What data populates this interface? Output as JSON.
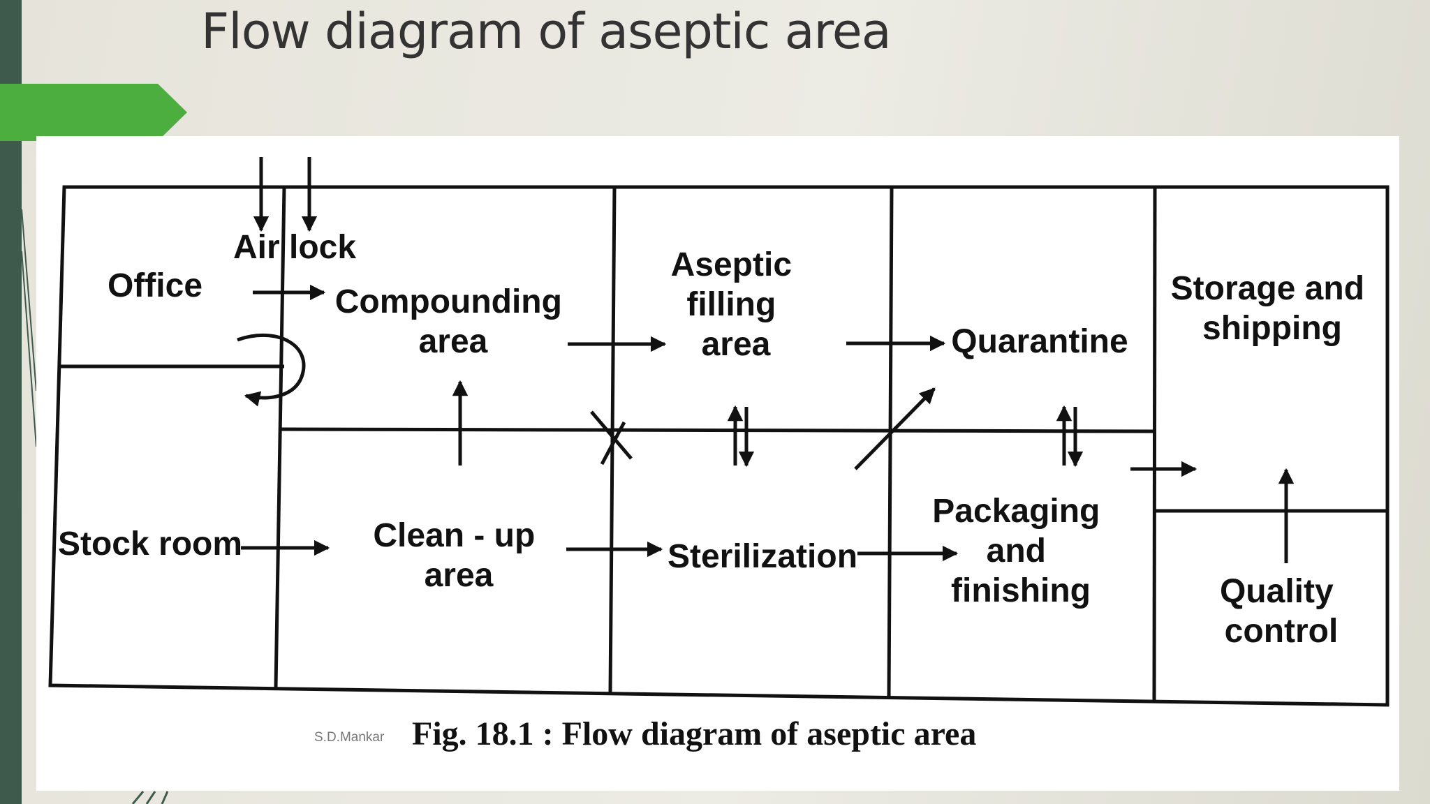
{
  "slide": {
    "title": "Flow diagram of aseptic area",
    "author": "S.D.Mankar",
    "accent_color": "#4cae3e",
    "sidebar_color": "#3d5a4c"
  },
  "diagram": {
    "rooms": {
      "office": [
        "Office"
      ],
      "airlock": [
        "Air lock"
      ],
      "compounding": [
        "Compounding",
        "area"
      ],
      "aseptic_filling": [
        "Aseptic",
        "filling",
        "area"
      ],
      "quarantine": [
        "Quarantine"
      ],
      "storage": [
        "Storage and",
        "shipping"
      ],
      "stock_room": [
        "Stock room"
      ],
      "clean_up": [
        "Clean - up",
        "area"
      ],
      "sterilization": [
        "Sterilization"
      ],
      "packaging": [
        "Packaging",
        "and",
        "finishing"
      ],
      "quality_control": [
        "Quality",
        "control"
      ]
    },
    "caption": "Fig. 18.1 : Flow diagram of aseptic area"
  }
}
